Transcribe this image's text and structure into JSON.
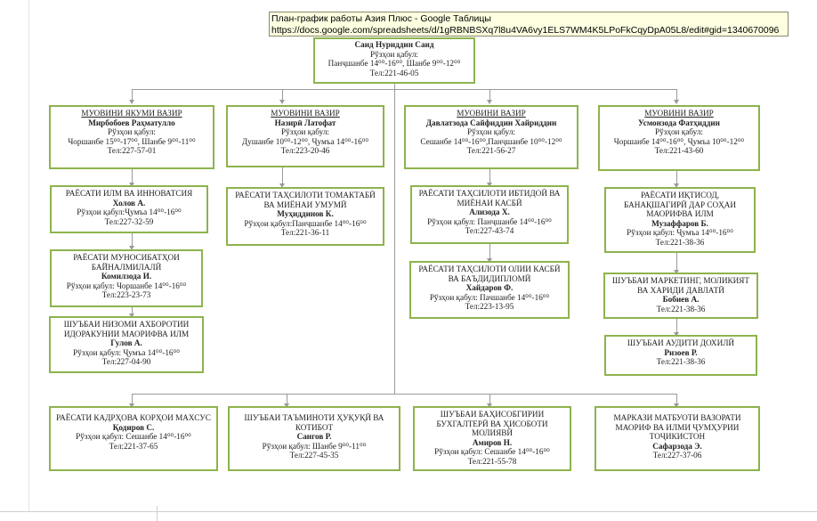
{
  "tooltip": {
    "title": "План-график работы Азия Плюс - Google Таблицы",
    "url": "https://docs.google.com/spreadsheets/d/1gRBNBSXq7l8u4VA6vy1ELS7WM4K5LPoFkCqyDpA05L8/edit#gid=1340670096"
  },
  "head": {
    "name": "Саид Нуриддин Саид",
    "label": "Рўзҳои қабул:",
    "schedule": "Панҷшанбе 14⁰⁰-16⁰⁰, Шанбе 9⁰⁰-12⁰⁰",
    "phone": "Тел:221-46-05"
  },
  "deputies": [
    {
      "title": "МУОВИНИ ЯКУМИ ВАЗИР",
      "name": "Мирбобоев Раҳматулло",
      "label": "Рўзҳои қабул:",
      "schedule": "Чоршанбе 15⁰⁰-17⁰⁰, Шанбе 9⁰⁰-11⁰⁰",
      "phone": "Тел:227-57-01"
    },
    {
      "title": "МУОВИНИ ВАЗИР",
      "name": "Назирӣ Латофат",
      "label": "Рўзҳои қабул:",
      "schedule": "Душанбе 10⁰⁰-12⁰⁰, Ҷумъа 14⁰⁰-16⁰⁰",
      "phone": "Тел:223-20-46"
    },
    {
      "title": "МУОВИНИ ВАЗИР",
      "name": "Давлатзода Сайфиддин Хайриддин",
      "label": "Рўзҳои қабул:",
      "schedule": "Сешанбе 14⁰⁰-16⁰⁰,Панҷшанбе 10⁰⁰-12⁰⁰",
      "phone": "Тел:221-56-27"
    },
    {
      "title": "МУОВИНИ ВАЗИР",
      "name": "Усмонзода Фатҳиддин",
      "label": "Рўзҳои қабул:",
      "schedule": "Чоршанбе 14⁰⁰-16⁰⁰, Ҷумъа 10⁰⁰-12⁰⁰",
      "phone": "Тел:221-43-60"
    }
  ],
  "col1": [
    {
      "title": "РАЁСАТИ ИЛМ ВА ИННОВАТСИЯ",
      "name": "Холов А.",
      "schedule": "Рўзҳои қабул:Ҷумъа 14⁰⁰-16⁰⁰",
      "phone": "Тел:227-32-59"
    },
    {
      "title": "РАЁСАТИ МУНОСИБАТҲОИ БАЙНАЛМИЛАЛӢ",
      "name": "Комилзода И.",
      "schedule": "Рўзҳои қабул: Чоршанбе 14⁰⁰-16⁰⁰",
      "phone": "Тел:223-23-73"
    },
    {
      "title": "ШУЪБАИ НИЗОМИ АХБОРОТИИ ИДОРАКУНИИ МАОРИФВА ИЛМ",
      "name": "Гулов А.",
      "schedule": "Рўзҳои қабул: Ҷумъа 14⁰⁰-16⁰⁰",
      "phone": "Тел:227-04-90"
    }
  ],
  "col2": [
    {
      "title": "РАЁСАТИ ТАҲСИЛОТИ ТОМАКТАБӢ ВА МИЁНАИ УМУМӢ",
      "name": "Муҳиддинов К.",
      "schedule": "Рўзҳои қабул:Панҷшанбе 14⁰⁰-16⁰⁰",
      "phone": "Тел:221-36-11"
    }
  ],
  "col3": [
    {
      "title": "РАЁСАТИ ТАҲСИЛОТИ ИБТИДОӢ ВА МИЁНАИ КАСБӢ",
      "name": "Ализода Х.",
      "schedule": "Рўзҳои қабул: Панҷшанбе 14⁰⁰-16⁰⁰",
      "phone": "Тел:227-43-74"
    },
    {
      "title": "РАЁСАТИ ТАҲСИЛОТИ ОЛИИ КАСБӢ ВА БАЪДИДИПЛОМӢ",
      "name": "Хайдаров Ф.",
      "schedule": "Рўзҳои қабул: Пачшанбе 14⁰⁰-16⁰⁰",
      "phone": "Тел:223-13-95"
    }
  ],
  "col4": [
    {
      "title": "РАЁСАТИ ИҚТИСОД, БАНАҚШАГИРӢ ДАР СОҲАИ МАОРИФВА ИЛМ",
      "name": "Музаффаров Б.",
      "schedule": "Рўзҳои қабул: Ҷумъа 14⁰⁰-16⁰⁰",
      "phone": "Тел:221-38-36"
    },
    {
      "title": "ШУЪБАИ МАРКЕТИНГ, МОЛИКИЯТ ВА ХАРИДИ ДАВЛАТӢ",
      "name": "Бобиев А.",
      "schedule": "",
      "phone": "Тел:221-38-36"
    },
    {
      "title": "ШУЪБАИ АУДИТИ ДОХИЛӢ",
      "name": "Ризоев Р.",
      "schedule": "",
      "phone": "Тел:221-38-36"
    }
  ],
  "bottom": [
    {
      "title": "РАЁСАТИ КАДРҲОВА КОРҲОИ МАХСУС",
      "name": "Қодиров С.",
      "schedule": "Рўзҳои қабул: Сешанбе 14⁰⁰-16⁰⁰",
      "phone": "Тел:221-37-65"
    },
    {
      "title": "ШУЪБАИ ТАЪМИНОТИ ҲУҚУҚӢ ВА КОТИБОТ",
      "name": "Сангов Р.",
      "schedule": "Рўзҳои қабул: Шанбе 9⁰⁰-11⁰⁰",
      "phone": "Тел:227-45-35"
    },
    {
      "title": "ШУЪБАИ БАҲИСОБГИРИИ БУХГАЛТЕРӢ ВА ҲИСОБОТИ МОЛИЯВӢ",
      "name": "Амиров Н.",
      "schedule": "Рўзҳои қабул: Сешанбе 14⁰⁰-16⁰⁰",
      "phone": "Тел:221-55-78"
    },
    {
      "title": "МАРКАЗИ МАТБУОТИ ВАЗОРАТИ МАОРИФ ВА ИЛМИ ҶУМҲУРИИ ТОҶИКИСТОН",
      "name": "Сафарзода Э.",
      "schedule": "",
      "phone": "Тел:227-37-06"
    }
  ]
}
